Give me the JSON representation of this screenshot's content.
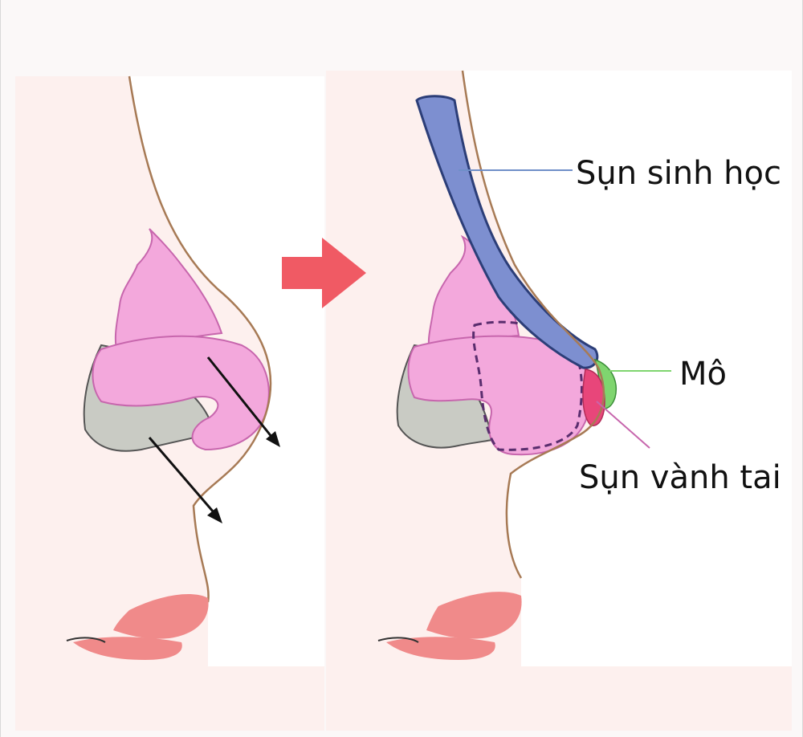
{
  "labels": {
    "bio_cartilage": "Sụn sinh học",
    "tissue": "Mô",
    "ear_cartilage": "Sụn vành tai"
  },
  "colors": {
    "background": "#fbf8f8",
    "skin_panel": "#fdf0ee",
    "pink_cartilage": "#f3a8dc",
    "pink_outline": "#c766ad",
    "grey_bone": "#c9cbc4",
    "bio_implant": "#7d8fd0",
    "implant_outline": "#2c3e78",
    "tissue_green": "#7fd56f",
    "ear_cartilage_red": "#e8467a",
    "arrow_red": "#f05a64",
    "lips": "#f08a8a",
    "profile_line": "#a77a55"
  },
  "icons": {
    "transition": "right-arrow-icon",
    "vectors": "downward-arrow-icon"
  }
}
